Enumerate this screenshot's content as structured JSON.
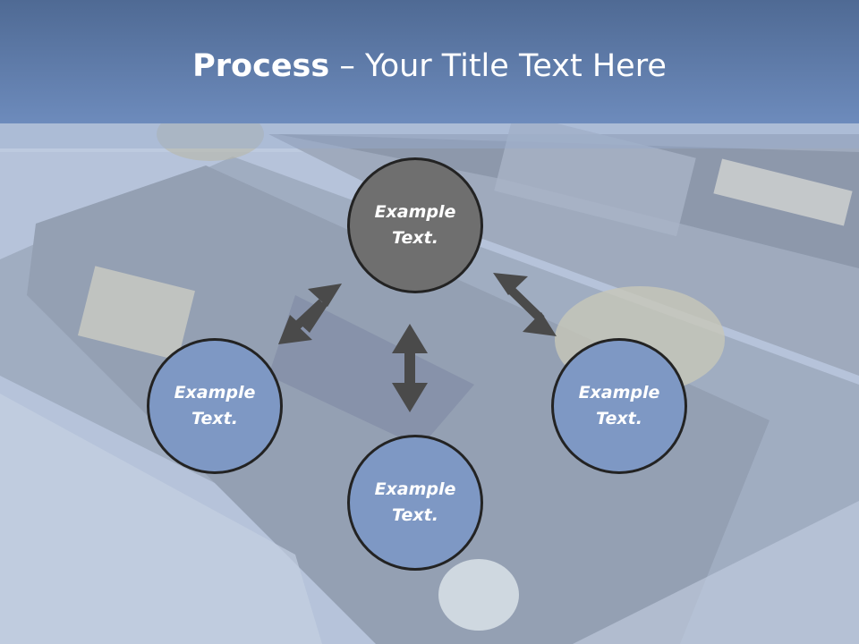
{
  "slide": {
    "title_bold": "Process",
    "title_rest": " – Your Title Text Here"
  },
  "colors": {
    "title_bar": "#5f7caa",
    "center_circle": "#6f6f6f",
    "outer_circle": "#7e98c4",
    "circle_border": "#232323",
    "arrow": "#4a4a4a"
  },
  "nodes": [
    {
      "id": "top",
      "text": "Example\nText.",
      "style": "dark"
    },
    {
      "id": "left",
      "text": "Example\nText.",
      "style": "light"
    },
    {
      "id": "bottom",
      "text": "Example\nText.",
      "style": "light"
    },
    {
      "id": "right",
      "text": "Example\nText.",
      "style": "light"
    }
  ],
  "connections": [
    {
      "from": "top",
      "to": "left",
      "bidirectional": true
    },
    {
      "from": "top",
      "to": "bottom",
      "bidirectional": true
    },
    {
      "from": "top",
      "to": "right",
      "bidirectional": true
    }
  ]
}
